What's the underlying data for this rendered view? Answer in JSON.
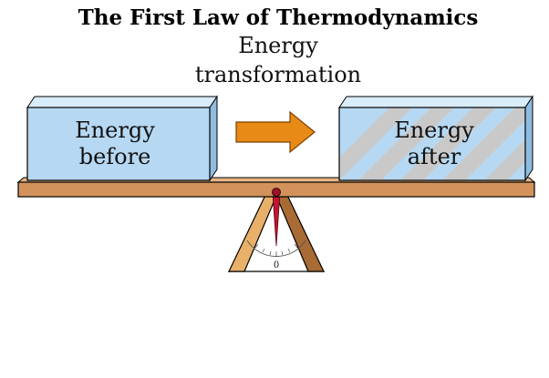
{
  "title": "The First Law of Thermodynamics",
  "subtitle": {
    "line1": "Energy",
    "line2": "transformation"
  },
  "before_box": {
    "line1": "Energy",
    "line2": "before"
  },
  "after_box": {
    "line1": "Energy",
    "line2": "after"
  },
  "gauge": {
    "zero_label": "0"
  },
  "colors": {
    "box_fill": "#b6d8f2",
    "box_side": "#8fbde0",
    "box_top": "#d8ecf9",
    "stripe": "#c9c9c9",
    "arrow": "#e88a16",
    "beam": "#d2925a",
    "fulcrum_light": "#e9b06a",
    "fulcrum_dark": "#a86b34",
    "needle": "#c01530"
  }
}
